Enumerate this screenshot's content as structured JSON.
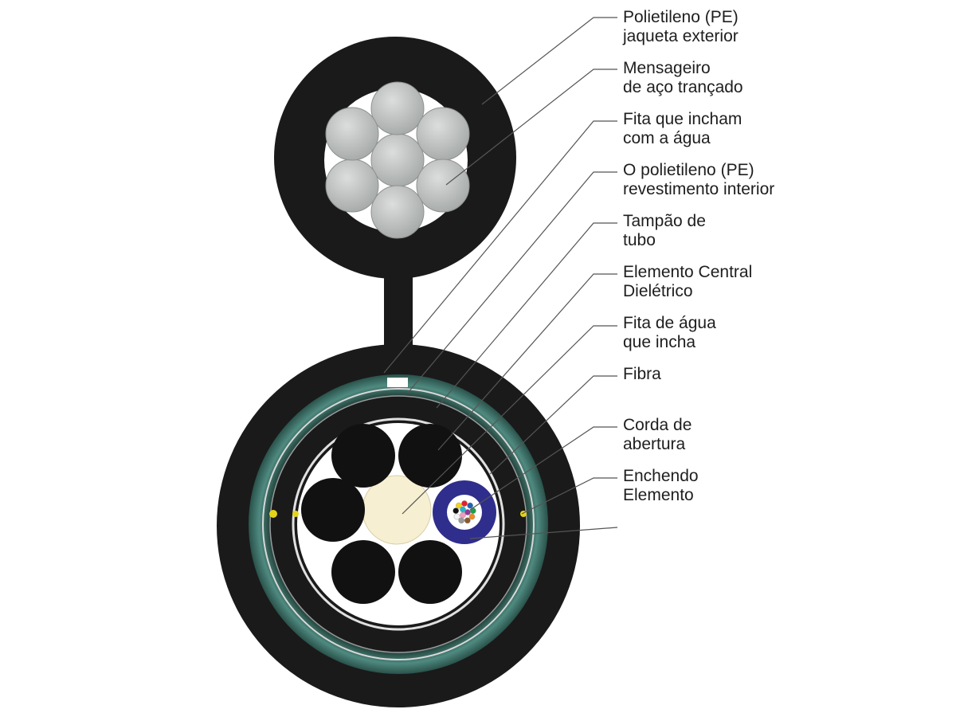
{
  "labels": [
    {
      "id": "pe-jacket",
      "lines": [
        "Polietileno (PE)",
        "jaqueta exterior"
      ]
    },
    {
      "id": "steel-messenger",
      "lines": [
        "Mensageiro",
        "de aço trançado"
      ]
    },
    {
      "id": "water-swell-tape-1",
      "lines": [
        "Fita que incham",
        "com a água"
      ]
    },
    {
      "id": "pe-inner-sheath",
      "lines": [
        "O polietileno (PE)",
        "revestimento interior"
      ]
    },
    {
      "id": "tube-plug",
      "lines": [
        "Tampão de",
        "tubo"
      ]
    },
    {
      "id": "central-member",
      "lines": [
        "Elemento Central",
        "Dielétrico"
      ]
    },
    {
      "id": "water-swell-tape-2",
      "lines": [
        "Fita de água",
        "que incha"
      ]
    },
    {
      "id": "fiber",
      "lines": [
        "Fibra"
      ]
    },
    {
      "id": "ripcord",
      "lines": [
        "Corda de",
        "abertura"
      ]
    },
    {
      "id": "filler",
      "lines": [
        "Enchendo",
        "Elemento"
      ]
    }
  ],
  "colors": {
    "jacket": "#1a1a1a",
    "steel": "#b9bcbb",
    "armor": "#2f5b55",
    "sheath_line": "#cfcfcf",
    "central_member": "#f6efd1",
    "loose_tube": "#2f2e8c",
    "leader_line": "#555555",
    "ripcord": "#e4d418"
  },
  "fiber_colors": [
    "#e4212a",
    "#1f64b4",
    "#1d9e4a",
    "#f08a24",
    "#8b5a2b",
    "#9a9a9a",
    "#f4f4f4",
    "#101010",
    "#f2d21c",
    "#8d3c98",
    "#f29ac0",
    "#26b5c8"
  ]
}
